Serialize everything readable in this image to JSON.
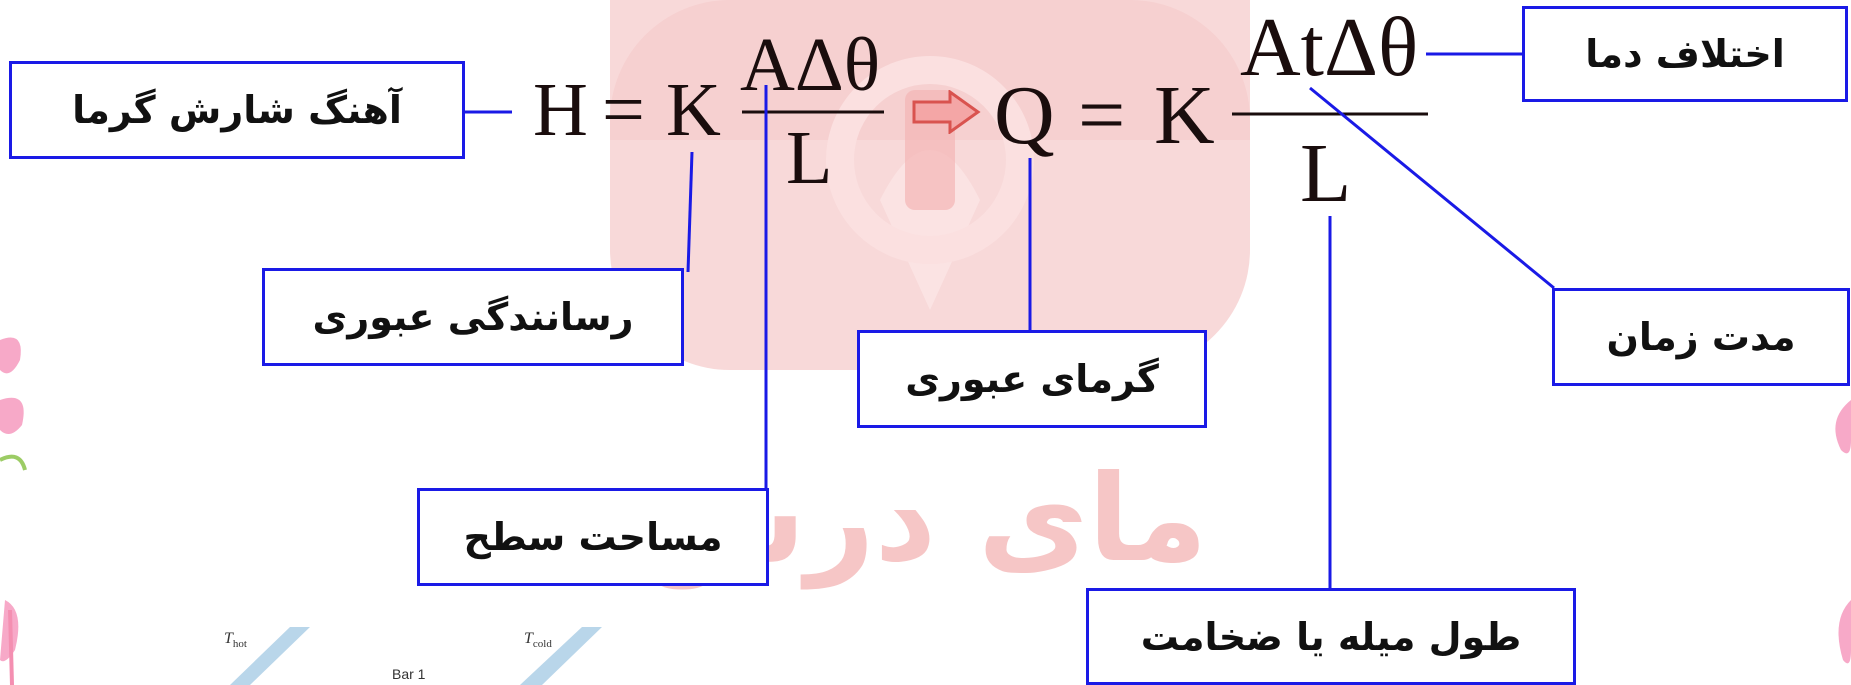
{
  "watermark": {
    "text": "مای درس"
  },
  "equation1": {
    "lhs": "H",
    "equals": "=",
    "k": "K",
    "numerator": "AΔθ",
    "denominator": "L"
  },
  "equation2": {
    "lhs": "Q",
    "equals": "=",
    "k": "K",
    "numerator": "AtΔθ",
    "denominator": "L"
  },
  "labels": {
    "heat_flow_rate": "آهنگ شارش گرما",
    "conductivity": "رسانندگی عبوری",
    "area": "مساحت سطح",
    "heat_transferred": "گرمای عبوری",
    "temp_difference": "اختلاف دما",
    "time": "مدت زمان",
    "length": "طول میله یا ضخامت"
  },
  "figure_labels": {
    "t_hot": "T",
    "t_hot_sub": "hot",
    "t_cold": "T",
    "t_cold_sub": "cold",
    "bar": "Bar 1"
  },
  "colors": {
    "box_border": "#1a1ae6",
    "leader_line": "#1a1ae6",
    "watermark": "#e74c3c",
    "arrow_fill": "#f4a6a6",
    "arrow_stroke": "#d9534f"
  }
}
